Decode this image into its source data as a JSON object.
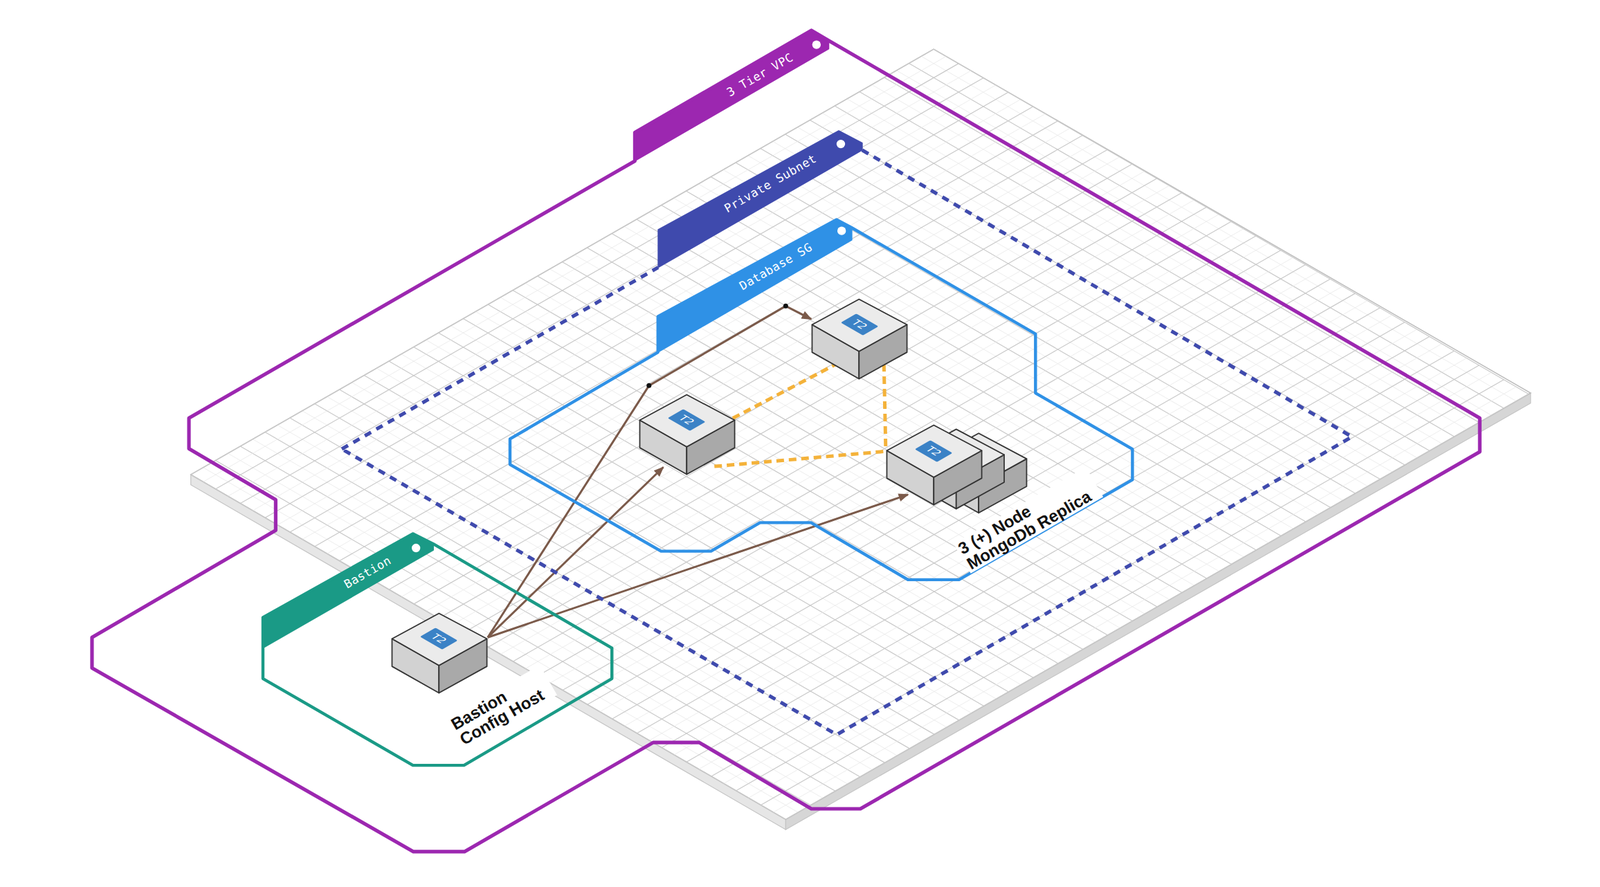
{
  "diagram": {
    "nodes": [
      {
        "text": [
          "3 Tier VPC"
        ]
      },
      {
        "text": [
          "Private Subnet"
        ],
        "in": 0
      },
      {
        "text": [
          "Database SG"
        ],
        "in": 1
      },
      {
        "text": [
          "T2"
        ],
        "in": 2
      },
      {
        "text": [
          "T2"
        ],
        "in": 2
      },
      {
        "text": [
          "T2",
          "3 (+) Node MongoDb Replica"
        ],
        "in": 2
      },
      {
        "text": [
          "Bastion"
        ],
        "in": 0
      },
      {
        "text": [
          "T2",
          "Bastion Config Host"
        ],
        "in": 6
      }
    ],
    "edges": [
      {
        "from": 7,
        "to": 3,
        "arrow": "to"
      },
      {
        "from": 7,
        "to": 4,
        "arrow": "to"
      },
      {
        "from": 7,
        "to": 5,
        "arrow": "to"
      },
      {
        "from": 4,
        "to": 3,
        "arrow": "none"
      },
      {
        "from": 4,
        "to": 5,
        "arrow": "none"
      },
      {
        "from": 3,
        "to": 5,
        "arrow": "none"
      }
    ]
  }
}
